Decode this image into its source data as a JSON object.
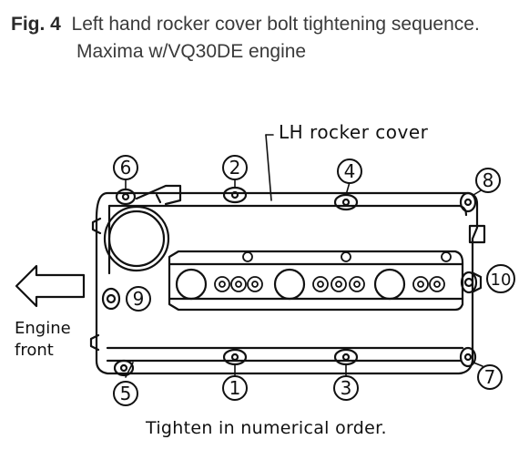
{
  "caption": {
    "fig_label": "Fig. 4",
    "title": "Left hand rocker cover bolt tightening sequence.",
    "subtitle": "Maxima w/VQ30DE engine"
  },
  "diagram": {
    "cover_label": "LH rocker cover",
    "engine_front_line1": "Engine",
    "engine_front_line2": "front",
    "instruction": "Tighten in numerical order.",
    "bolts": [
      "1",
      "2",
      "3",
      "4",
      "5",
      "6",
      "7",
      "8",
      "9",
      "10"
    ]
  }
}
